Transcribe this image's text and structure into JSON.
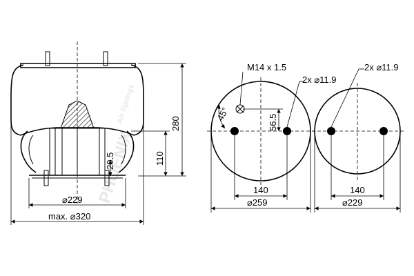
{
  "watermark": {
    "brand": "PHOENIX",
    "subtitle": "Air Springs"
  },
  "side_view": {
    "height_total": "280",
    "height_lower": "110",
    "height_small": "20.5",
    "diameter_piston": "⌀229",
    "diameter_max": "max. ⌀320"
  },
  "top_plate": {
    "thread": "M14 x 1.5",
    "holes": "2x ⌀11.9",
    "angle": "45°",
    "offset": "56.5",
    "spacing": "140",
    "diameter": "⌀259"
  },
  "bottom_plate": {
    "holes": "2x ⌀11.9",
    "spacing": "140",
    "diameter": "⌀229"
  }
}
